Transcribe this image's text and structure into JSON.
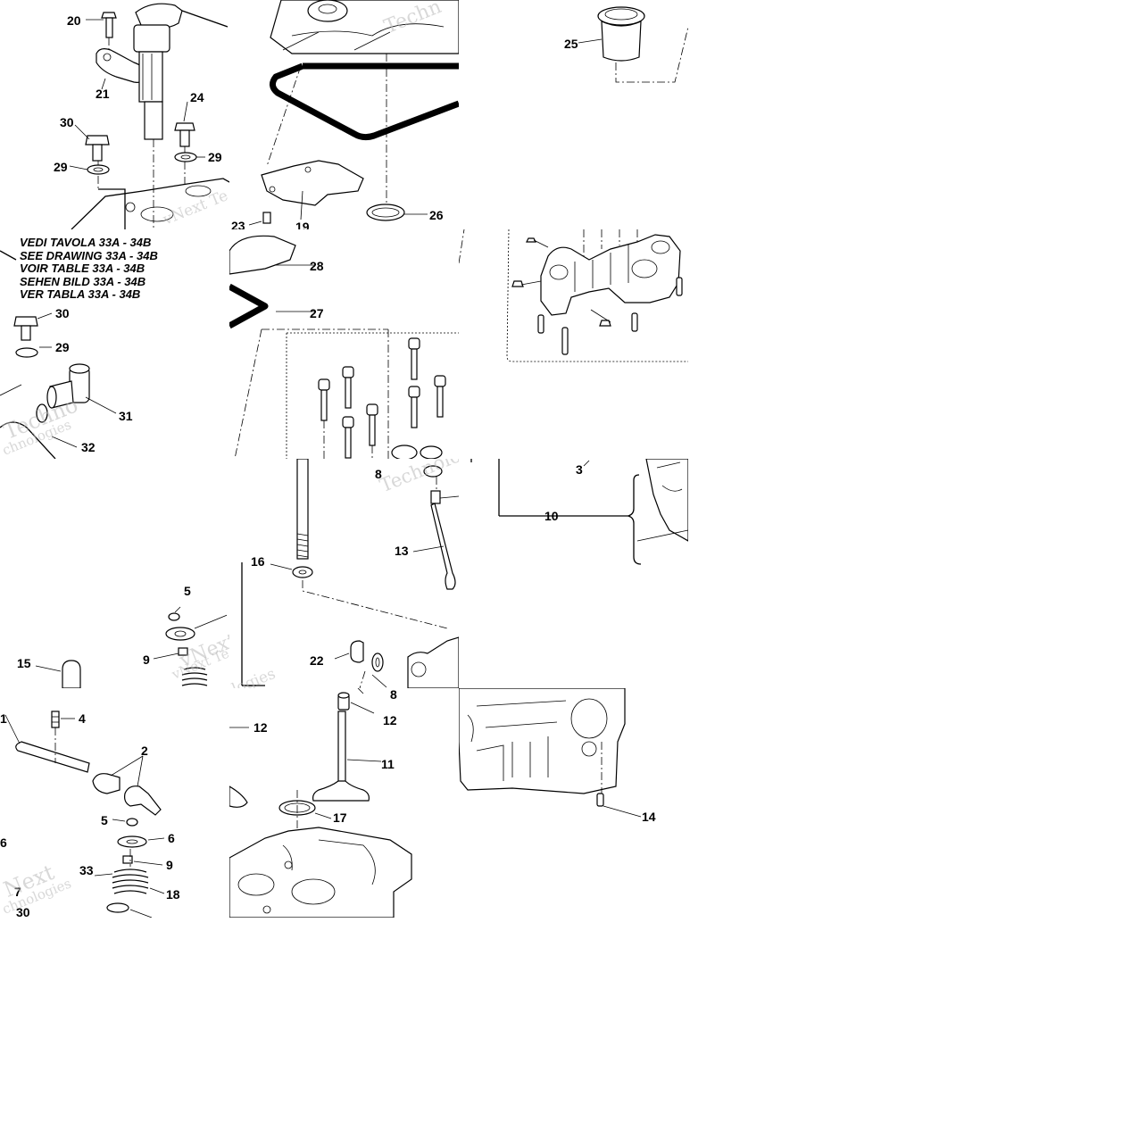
{
  "labels": {
    "n20": "20",
    "n21": "21",
    "n24": "24",
    "n30a": "30",
    "n29a": "29",
    "n29b": "29",
    "n23": "23",
    "n19": "19",
    "n26": "26",
    "n25": "25",
    "n28": "28",
    "n27": "27",
    "n30b": "30",
    "n29c": "29",
    "n31": "31",
    "n32": "32",
    "n3": "3",
    "n10": "10",
    "n8a": "8",
    "n13": "13",
    "n16": "16",
    "n5a": "5",
    "n9a": "9",
    "n15": "15",
    "n22": "22",
    "n8b": "8",
    "n12a": "12",
    "n12b": "12",
    "n1": "1",
    "n4": "4",
    "n2": "2",
    "n11": "11",
    "n5b": "5",
    "n6a": "6",
    "n6b": "6",
    "n9b": "9",
    "n33": "33",
    "n18": "18",
    "n17": "17",
    "n14": "14",
    "n7": "7",
    "n30c": "30"
  },
  "see_drawing": [
    "VEDI TAVOLA 33A - 34B",
    "SEE DRAWING 33A - 34B",
    "VOIR TABLE 33A - 34B",
    "SEHEN BILD 33A - 34B",
    "VER TABLA 33A - 34B"
  ],
  "watermark": {
    "w1": "vNext Te",
    "w2": "logies",
    "w3": "Technologies",
    "w4": "Techno",
    "w5": "vNext",
    "w6": "ologies",
    "w7": "Next",
    "w8": "chnologies",
    "w9": "Techn"
  }
}
